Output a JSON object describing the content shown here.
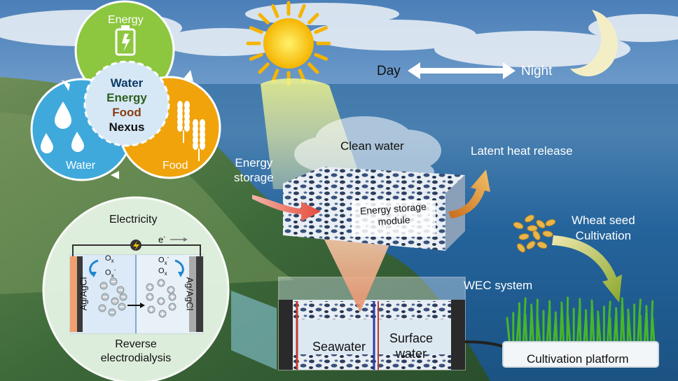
{
  "nexus": {
    "energy_label": "Energy",
    "water_label": "Water",
    "food_label": "Food",
    "center_lines": [
      "Water",
      "Energy",
      "Food",
      "Nexus"
    ],
    "colors": {
      "energy": "#8dc63f",
      "water": "#3fa9dc",
      "food": "#f0a30a",
      "center": "#d6e8f5",
      "center_water": "#0d3b66",
      "center_energy": "#2e5e1e",
      "center_food": "#8a3b12",
      "center_nexus": "#111111"
    }
  },
  "sky": {
    "day_label": "Day",
    "night_label": "Night"
  },
  "process": {
    "clean_water_label": "Clean water",
    "energy_storage_label": "Energy\nstorage",
    "latent_heat_label": "Latent heat release",
    "module_label": "Energy storage\nmodule",
    "wec_label": "WEC system",
    "seawater_label": "Seawater",
    "surface_water_label": "Surface\nwater"
  },
  "cultivation": {
    "seed_label": "Wheat seed\nCultivation",
    "platform_label": "Cultivation platform"
  },
  "red_panel": {
    "electricity_label": "Electricity",
    "electron_label": "e",
    "electron_sup": "-",
    "left_electrode": "Ag/AgCl",
    "right_electrode": "Ag/AgCl",
    "ox_label": "O",
    "ox_sub": "x",
    "ox_minus_sup": "-",
    "title_line1": "Reverse",
    "title_line2": "electrodialysis"
  }
}
